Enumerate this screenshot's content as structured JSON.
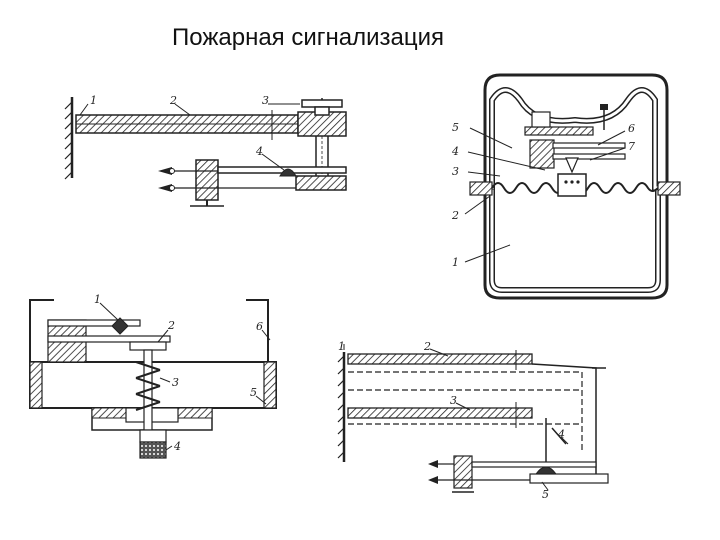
{
  "page": {
    "title": "Пожарная сигнализация"
  },
  "diagrams": {
    "top_left": {
      "labels": [
        "1",
        "2",
        "3",
        "4"
      ]
    },
    "top_right": {
      "labels": [
        "5",
        "4",
        "3",
        "2",
        "1",
        "6",
        "7"
      ]
    },
    "bottom_left": {
      "labels": [
        "1",
        "2",
        "3",
        "4",
        "5",
        "6"
      ]
    },
    "bottom_right": {
      "labels": [
        "1",
        "2",
        "3",
        "4",
        "5"
      ]
    }
  }
}
